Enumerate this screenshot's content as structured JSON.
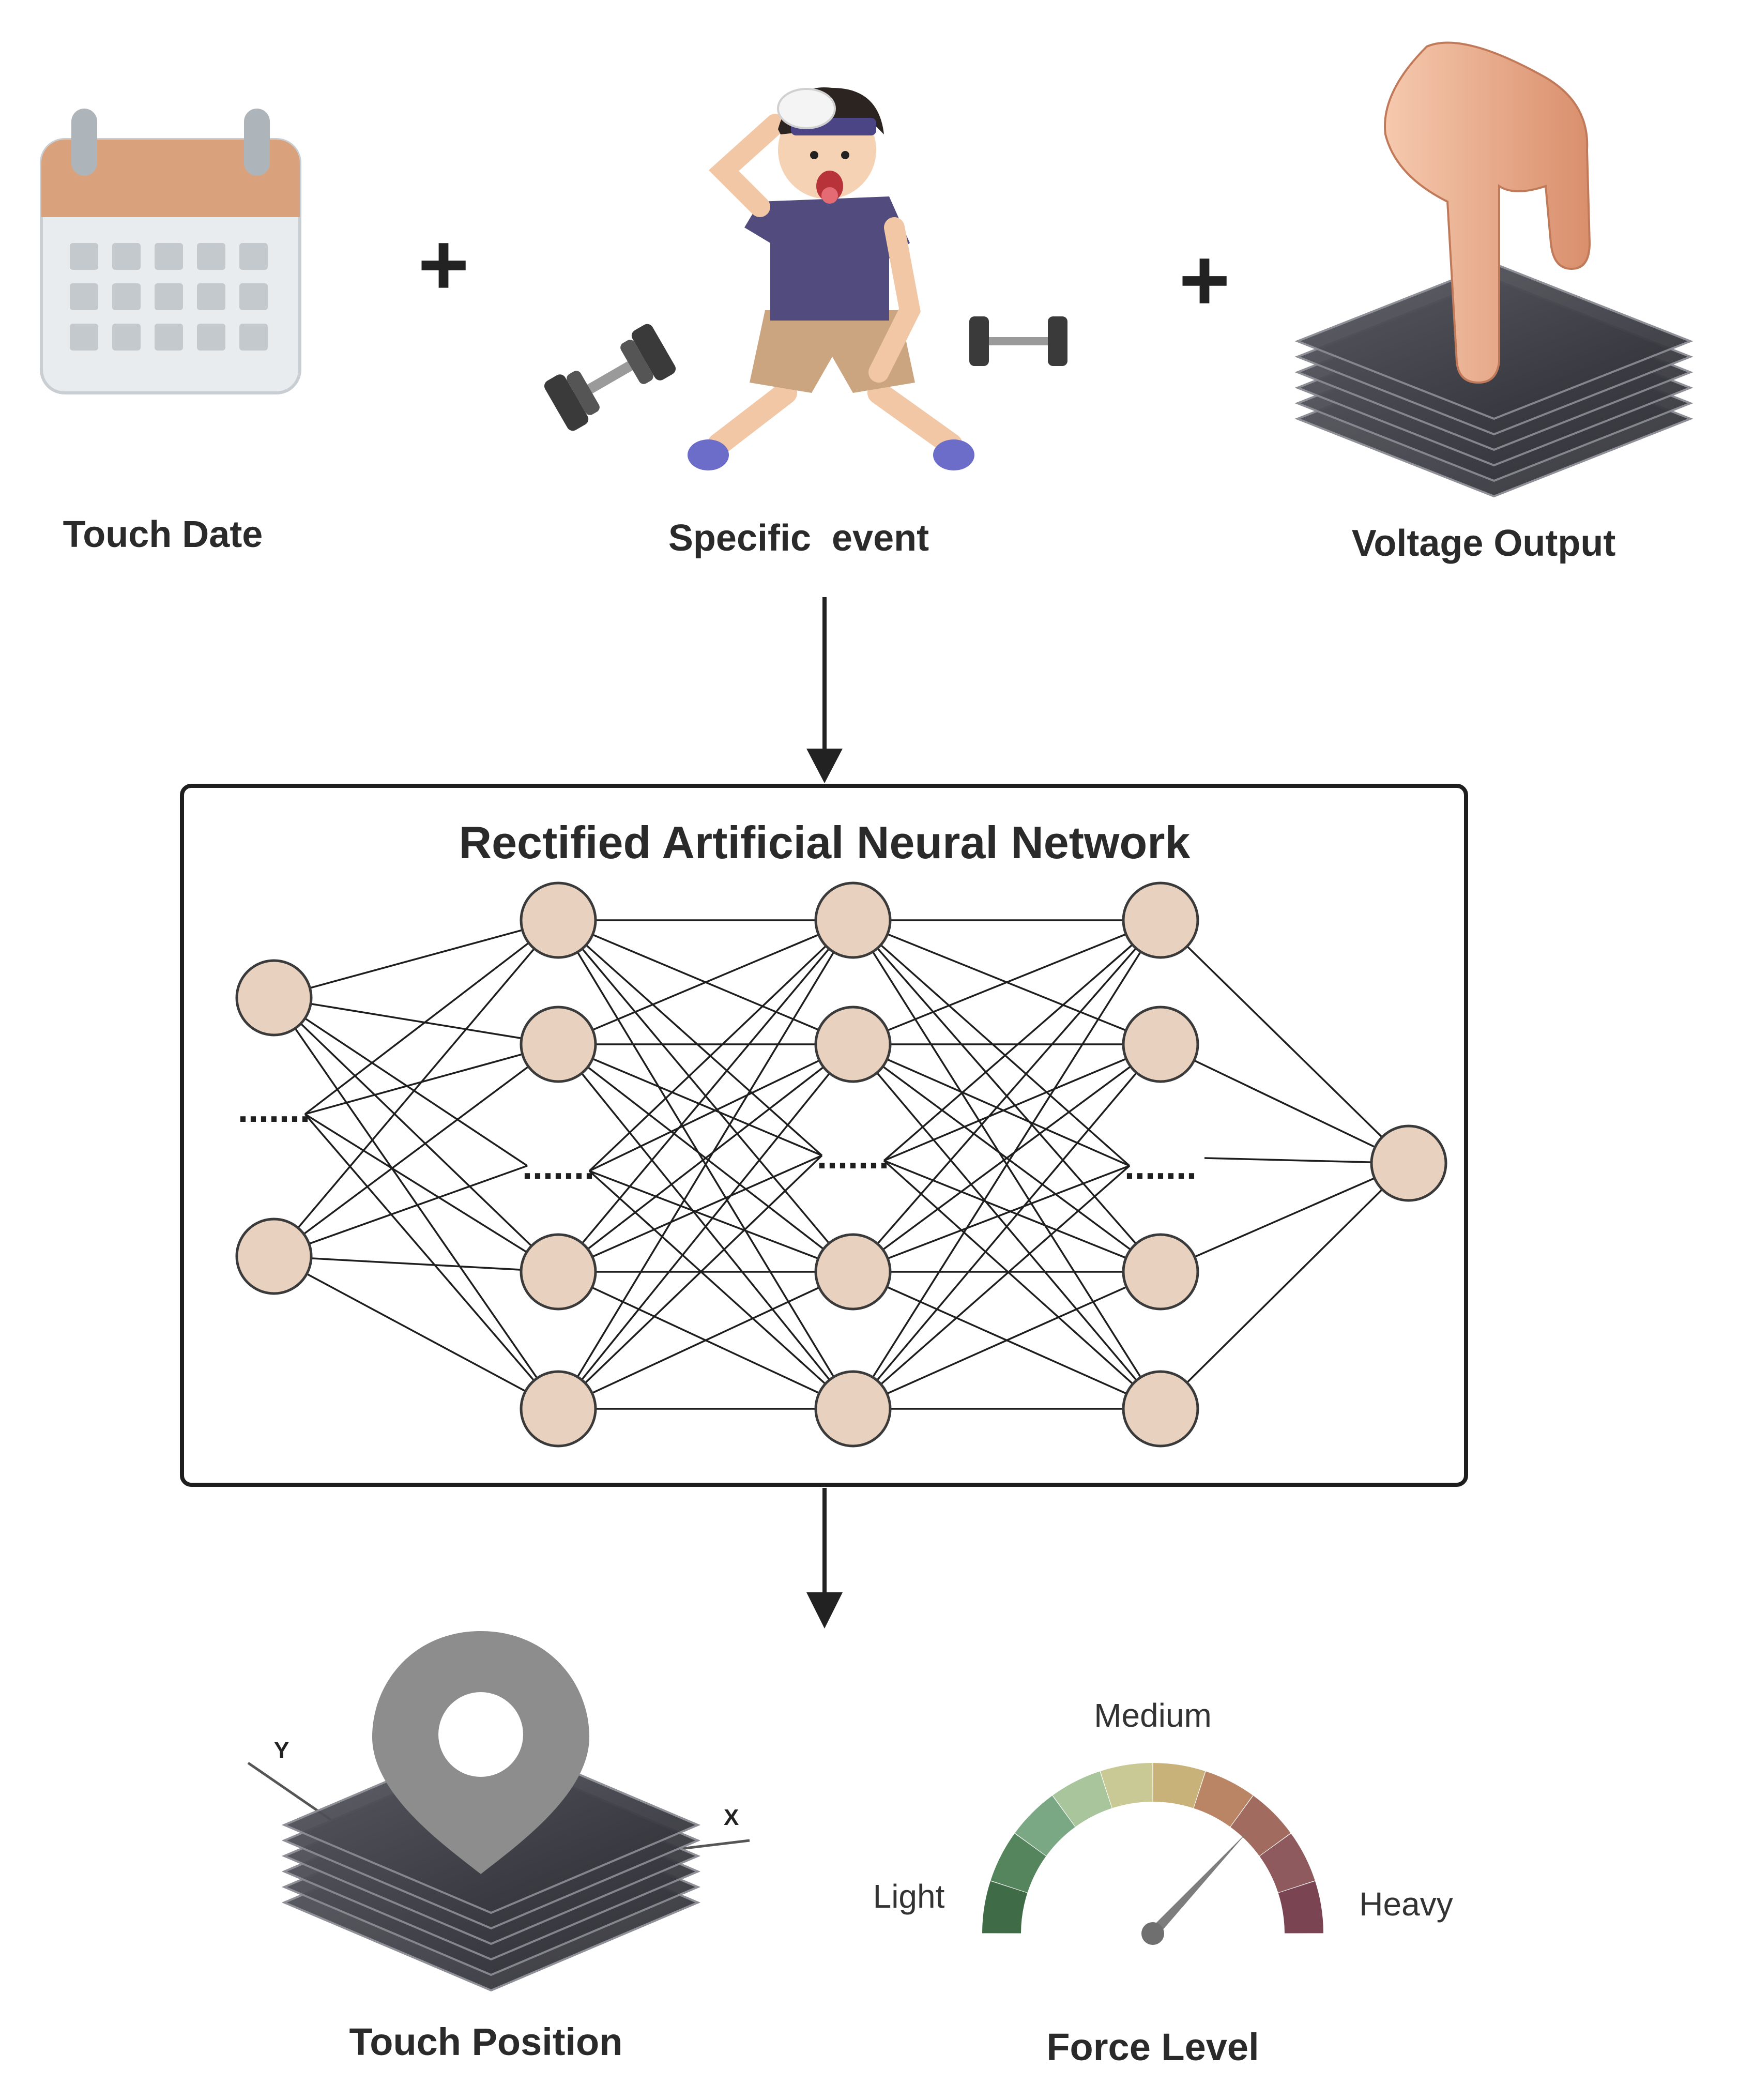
{
  "inputs": [
    {
      "label": "Touch Date",
      "icon": "calendar-icon"
    },
    {
      "label": "Specific  event",
      "icon": "exercising-person-icon"
    },
    {
      "label": "Voltage Output",
      "icon": "finger-press-sensor-icon"
    }
  ],
  "plus_sign": "+",
  "network": {
    "title": "Rectified Artificial Neural Network",
    "ellipsis": ".......",
    "layers": [
      {
        "visible_nodes": 2,
        "has_ellipsis": true
      },
      {
        "visible_nodes": 4,
        "has_ellipsis": true
      },
      {
        "visible_nodes": 4,
        "has_ellipsis": true
      },
      {
        "visible_nodes": 4,
        "has_ellipsis": true
      },
      {
        "visible_nodes": 1,
        "has_ellipsis": false
      }
    ]
  },
  "outputs": {
    "position": {
      "label": "Touch Position",
      "axis_x": "X",
      "axis_y": "Y",
      "icon": "location-pin-icon"
    },
    "force": {
      "label": "Force Level",
      "gauge_labels": {
        "low": "Light",
        "mid": "Medium",
        "high": "Heavy"
      },
      "needle_level": 0.85,
      "icon": "gauge-icon"
    }
  },
  "colors": {
    "node_fill": "#e8d2bf",
    "node_stroke": "#3a3a3a",
    "calendar_header": "#d9a27c",
    "gauge_segments": [
      "#3f6b47",
      "#55855d",
      "#7ba884",
      "#a8c59c",
      "#c9c995",
      "#c9b27a",
      "#b98565",
      "#a26b5f",
      "#8f5a5e",
      "#7a4453"
    ]
  }
}
